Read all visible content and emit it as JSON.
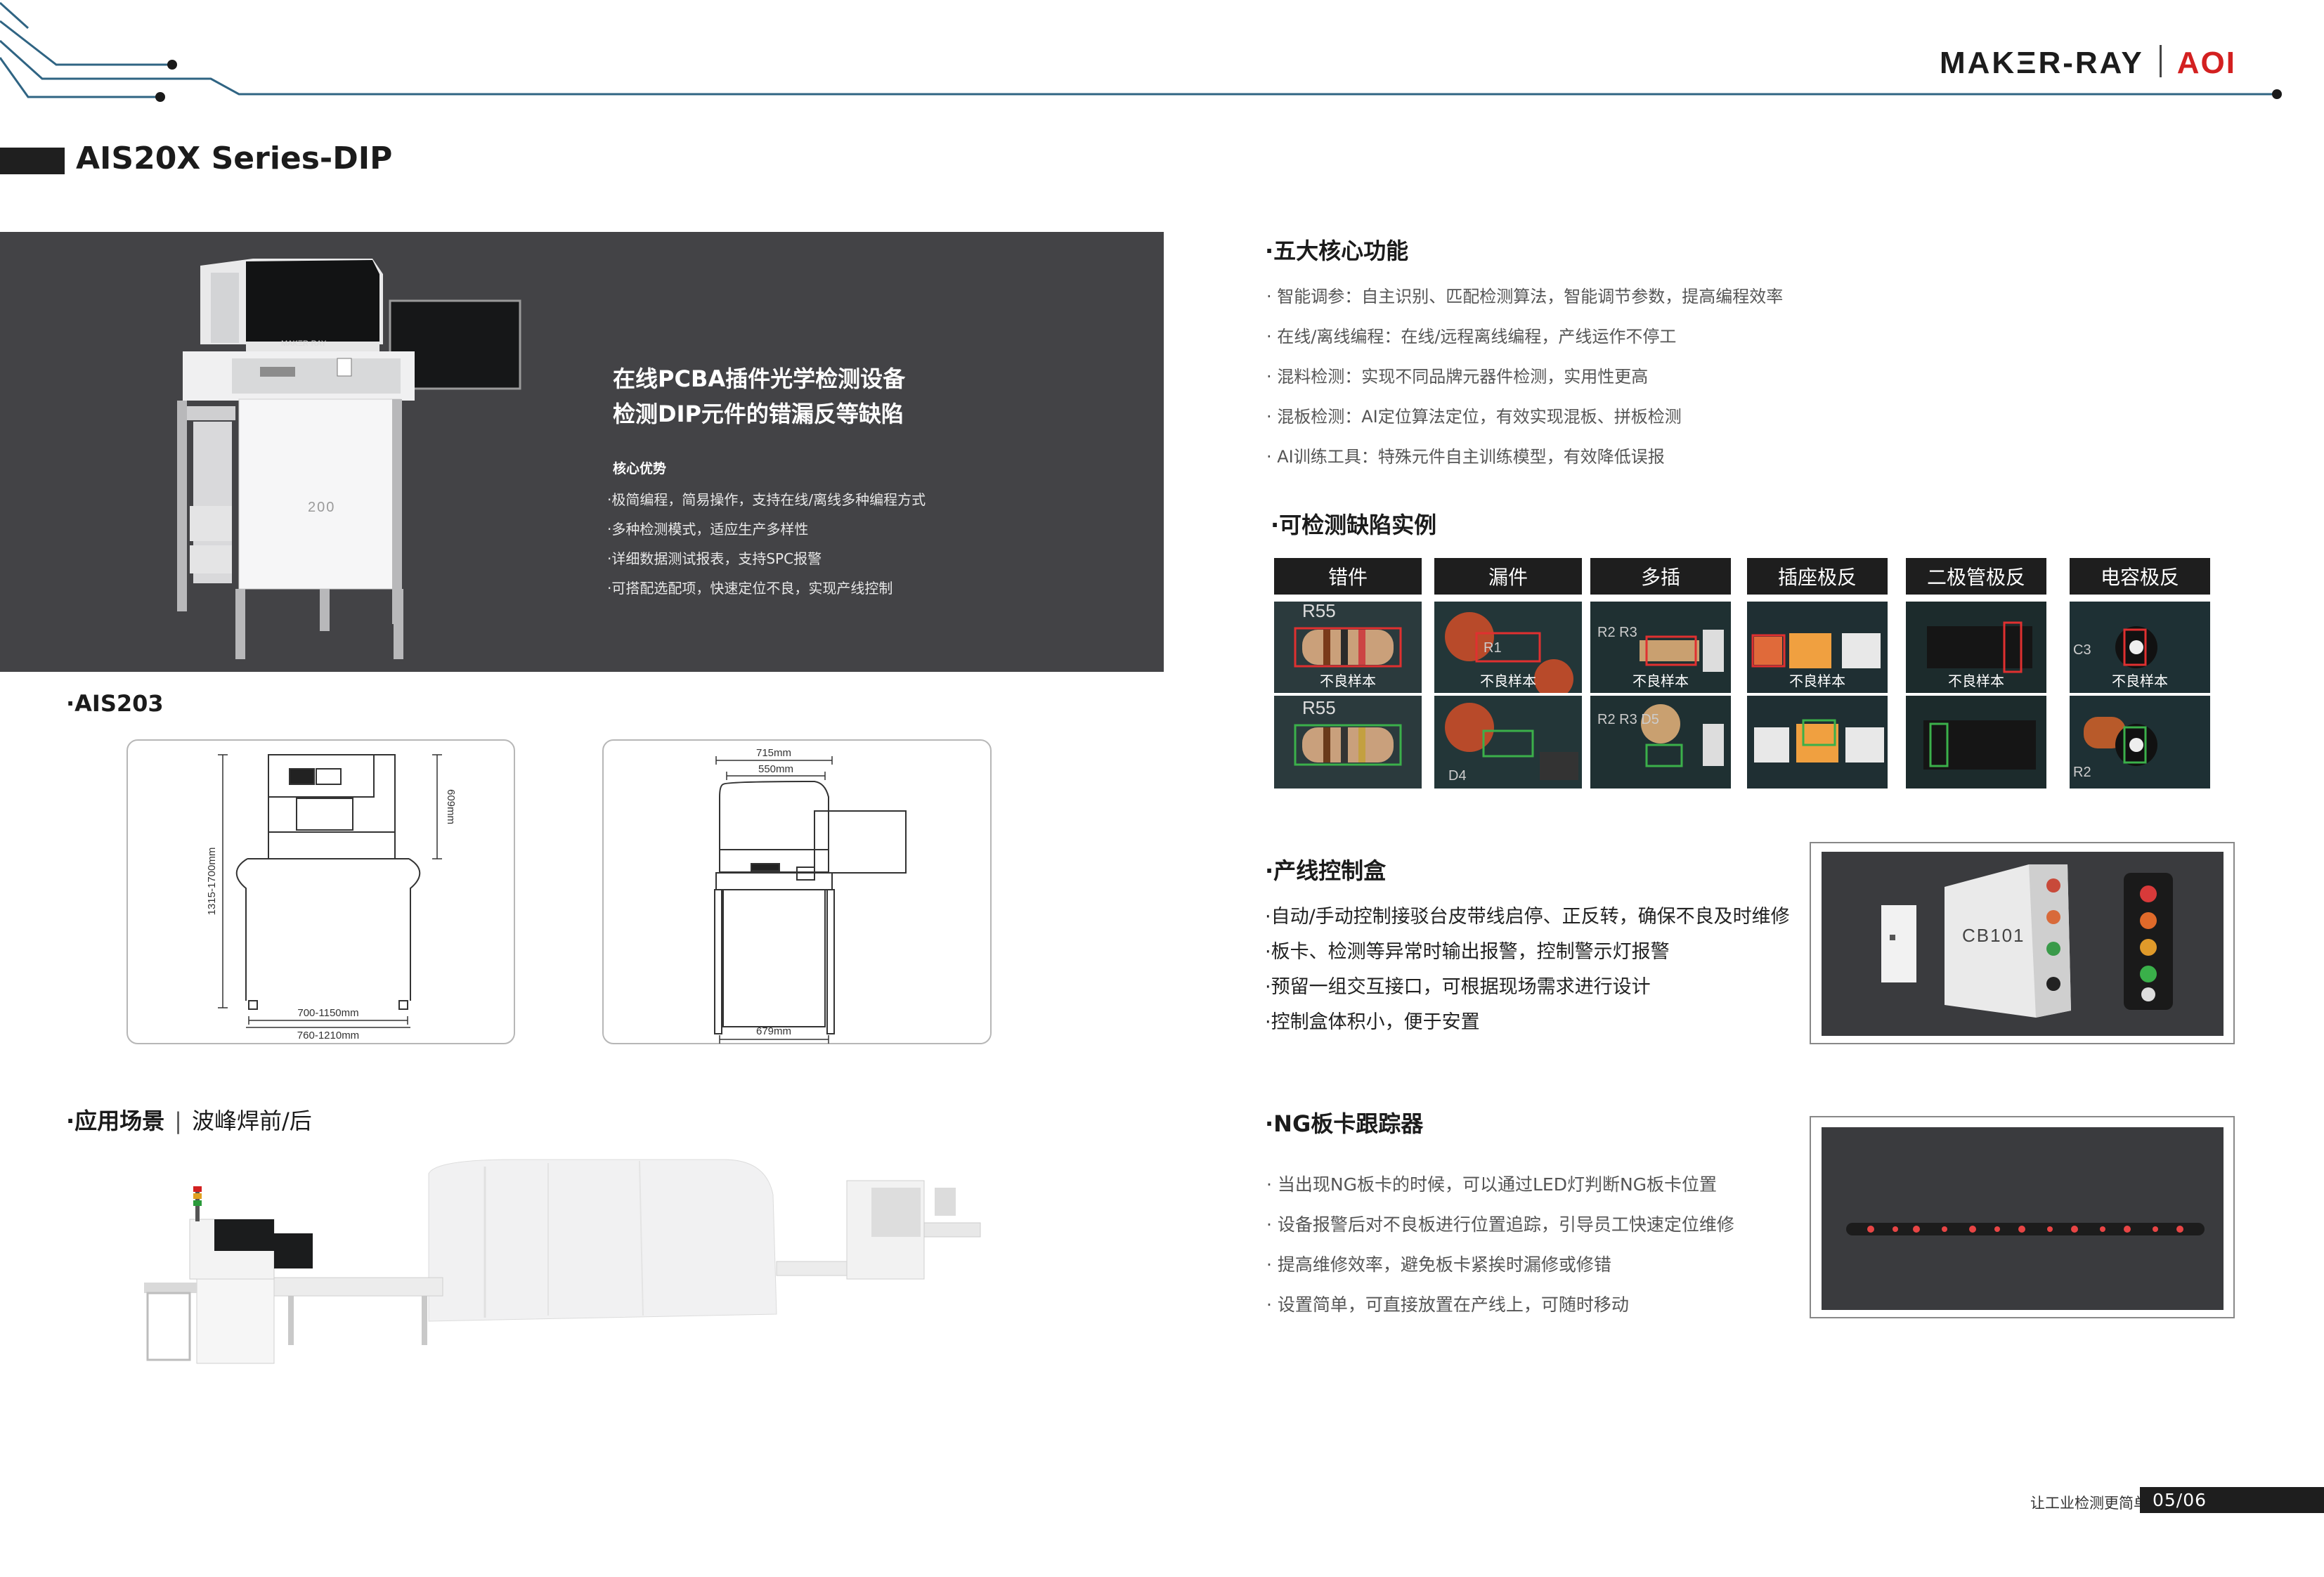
{
  "brand": {
    "name": "MAKΞR-RAY",
    "product": "AOI"
  },
  "series_title": "AIS20X Series-DIP",
  "hero": {
    "machine_label": "MAKΞR·RAY",
    "machine_model": "200",
    "title_line1": "在线PCBA插件光学检测设备",
    "title_line2": "检测DIP元件的错漏反等缺陷",
    "advantages_title": "核心优势",
    "advantages": [
      "·极简编程，简易操作，支持在线/离线多种编程方式",
      "·多种检测模式，适应生产多样性",
      "·详细数据测试报表，支持SPC报警",
      "·可搭配选配项，快速定位不良，实现产线控制"
    ]
  },
  "model_section": {
    "title": "·AIS203",
    "front_view": {
      "height_dim": "1315-1700mm",
      "top_dim": "609mm",
      "inner_width": "700-1150mm",
      "outer_width": "760-1210mm"
    },
    "side_view": {
      "top_outer": "715mm",
      "top_inner": "550mm",
      "bottom": "679mm"
    }
  },
  "scene": {
    "title": "·应用场景",
    "subtitle": "波峰焊前/后"
  },
  "functions": {
    "title": "·五大核心功能",
    "items": [
      "· 智能调参：自主识别、匹配检测算法，智能调节参数，提高编程效率",
      "· 在线/离线编程：在线/远程离线编程，产线运作不停工",
      "· 混料检测：实现不同品牌元器件检测，实用性更高",
      "· 混板检测：AI定位算法定位，有效实现混板、拼板检测",
      "· AI训练工具：特殊元件自主训练模型，有效降低误报"
    ]
  },
  "defects": {
    "title": "·可检测缺陷实例",
    "bad_label": "不良样本",
    "items": [
      {
        "label": "错件",
        "silk1": "R55",
        "silk2": "R55"
      },
      {
        "label": "漏件",
        "silk1": "R1",
        "silk2": "D4"
      },
      {
        "label": "多插",
        "silk1": "R2 R3",
        "silk2": "R2 R3 D5"
      },
      {
        "label": "插座极反",
        "silk1": "",
        "silk2": ""
      },
      {
        "label": "二极管极反",
        "silk1": "",
        "silk2": ""
      },
      {
        "label": "电容极反",
        "silk1": "C3",
        "silk2": "R2"
      }
    ]
  },
  "control_box": {
    "title": "·产线控制盒",
    "items": [
      "·自动/手动控制接驳台皮带线启停、正反转，确保不良及时维修",
      "·板卡、检测等异常时输出报警，控制警示灯报警",
      "·预留一组交互接口，可根据现场需求进行设计",
      "·控制盒体积小，便于安置"
    ],
    "device_label": "CB101"
  },
  "ng_tracker": {
    "title": "·NG板卡跟踪器",
    "items": [
      "· 当出现NG板卡的时候，可以通过LED灯判断NG板卡位置",
      "· 设备报警后对不良板进行位置追踪，引导员工快速定位维修",
      "· 提高维修效率，避免板卡紧挨时漏修或修错",
      "· 设置简单，可直接放置在产线上，可随时移动"
    ]
  },
  "footer": {
    "slogan": "让工业检测更简单",
    "page": "05/06"
  },
  "colors": {
    "accent": "#d32020",
    "dark_panel": "#434346",
    "header_dark": "#1e1e1e",
    "line_blue": "#2a5d7a"
  }
}
